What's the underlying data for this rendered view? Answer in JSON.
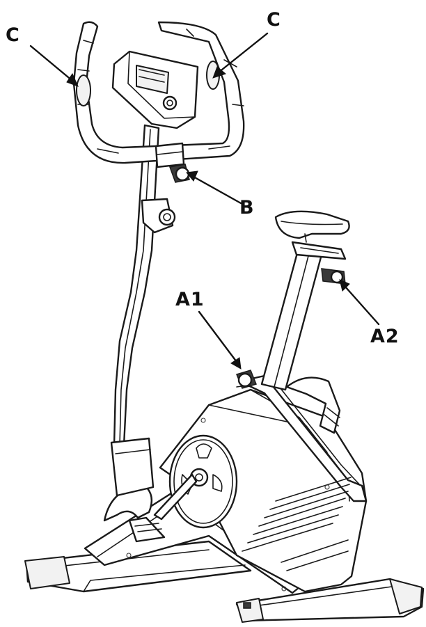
{
  "callouts": {
    "c_left": "C",
    "c_right": "C",
    "b": "B",
    "a1": "A1",
    "a2": "A2"
  },
  "colors": {
    "line": "#1a1a1a",
    "background": "#ffffff"
  }
}
